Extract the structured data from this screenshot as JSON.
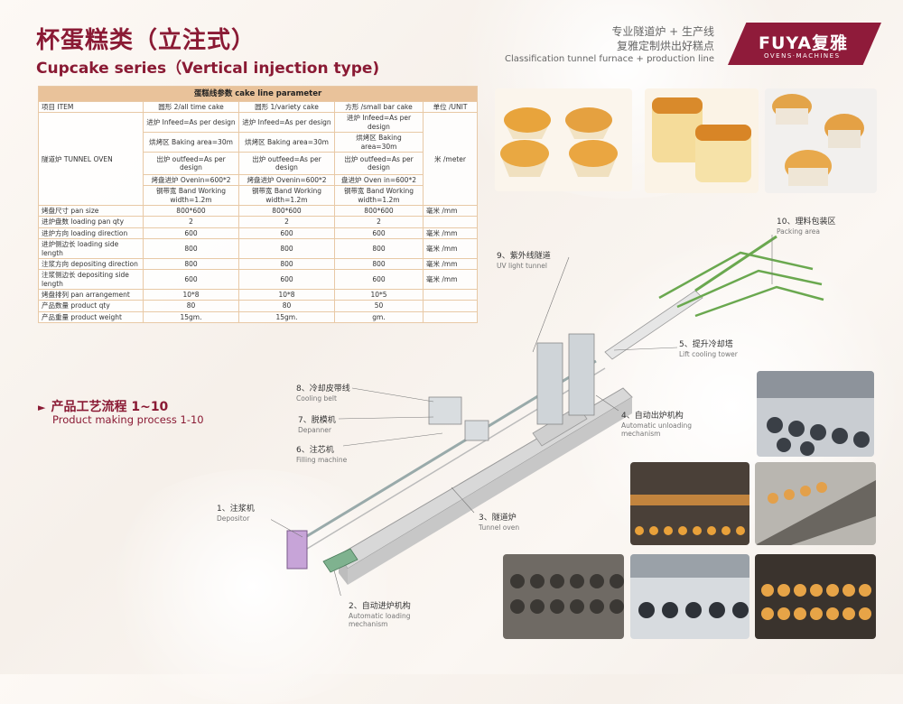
{
  "header": {
    "title_cn": "杯蛋糕类（立注式）",
    "title_en": "Cupcake series（Vertical injection type)",
    "slogan_line1": "专业隧道炉 + 生产线",
    "slogan_line2": "复雅定制烘出好糕点",
    "slogan_line3": "Classification tunnel furnace + production line",
    "logo_name": "FUYA复雅",
    "logo_sub": "OVENS·MACHINES"
  },
  "table": {
    "caption": "蛋糕线参数 cake line parameter",
    "columns": [
      "项目 ITEM",
      "圆形 2/all time cake",
      "圆形 1/variety cake",
      "方形 /small bar cake",
      "单位 /UNIT"
    ],
    "oven_label": "隧道炉 TUNNEL OVEN",
    "oven_unit": "米 /meter",
    "oven_rows": [
      [
        "进炉 Infeed=As per design",
        "进炉 Infeed=As per design",
        "进炉 Infeed=As per design"
      ],
      [
        "烘烤区 Baking area=30m",
        "烘烤区 Baking area=30m",
        "烘烤区 Baking area=30m"
      ],
      [
        "出炉 outfeed=As per design",
        "出炉 outfeed=As per design",
        "出炉 outfeed=As per design"
      ],
      [
        "烤盘进炉 Ovenin=600*2",
        "烤盘进炉 Ovenin=600*2",
        "盘进炉 Oven in=600*2"
      ],
      [
        "钢带宽 Band Working width=1.2m",
        "钢带宽 Band Working width=1.2m",
        "钢带宽 Band Working width=1.2m"
      ]
    ],
    "rows": [
      [
        "烤盘尺寸 pan size",
        "800*600",
        "800*600",
        "800*600",
        "毫米 /mm"
      ],
      [
        "进炉盘数 loading pan qty",
        "2",
        "2",
        "2",
        ""
      ],
      [
        "进炉方向 loading direction",
        "600",
        "600",
        "600",
        "毫米 /mm"
      ],
      [
        "进炉侧边长 loading side length",
        "800",
        "800",
        "800",
        "毫米 /mm"
      ],
      [
        "注浆方向 depositing direction",
        "800",
        "800",
        "800",
        "毫米 /mm"
      ],
      [
        "注浆侧边长 depositing side length",
        "600",
        "600",
        "600",
        "毫米 /mm"
      ],
      [
        "烤盘排列 pan arrangement",
        "10*8",
        "10*8",
        "10*5",
        ""
      ],
      [
        "产品数量 product qty",
        "80",
        "80",
        "50",
        ""
      ],
      [
        "产品重量 product weight",
        "15gm.",
        "15gm.",
        "gm.",
        ""
      ]
    ]
  },
  "process": {
    "title_cn": "产品工艺流程 1~10",
    "title_en": "Product making process 1-10",
    "arrow_icon": "play-arrow-icon",
    "steps": [
      {
        "cn": "1、注浆机",
        "en": "Depositor"
      },
      {
        "cn": "2、自动进炉机构",
        "en": "Automatic loading mechanism"
      },
      {
        "cn": "3、隧道炉",
        "en": "Tunnel oven"
      },
      {
        "cn": "4、自动出炉机构",
        "en": "Automatic unloading mechanism"
      },
      {
        "cn": "5、提升冷却塔",
        "en": "Lift cooling tower"
      },
      {
        "cn": "6、注芯机",
        "en": "Filling machine"
      },
      {
        "cn": "7、脱模机",
        "en": "Depanner"
      },
      {
        "cn": "8、冷却皮带线",
        "en": "Cooling belt"
      },
      {
        "cn": "9、紫外线隧道",
        "en": "UV light tunnel"
      },
      {
        "cn": "10、理料包装区",
        "en": "Packing area"
      }
    ]
  },
  "colors": {
    "brand": "#8a1a34",
    "table_header": "#e9c29a",
    "table_border": "#e8c9a6"
  }
}
